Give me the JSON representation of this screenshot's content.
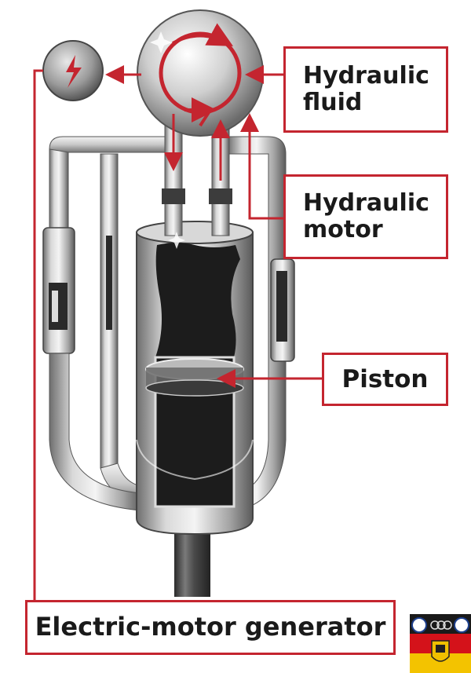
{
  "labels": {
    "hydraulic_fluid": [
      "Hydraulic",
      "fluid"
    ],
    "hydraulic_motor": [
      "Hydraulic",
      "motor"
    ],
    "piston": "Piston",
    "electric_motor_generator": "Electric-motor generator"
  },
  "colors": {
    "accent_red": "#c4252f",
    "metal_light": "#e4e4e4",
    "metal_mid": "#a9a9a9",
    "metal_dark": "#555555",
    "cylinder_interior": "#1c1c1c"
  },
  "icons": {
    "generator": "lightning-bolt-icon",
    "badge": "car-brand-badge-icon"
  }
}
